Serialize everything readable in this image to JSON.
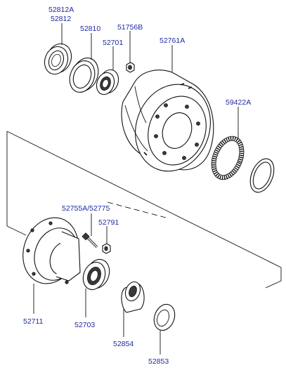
{
  "parts": [
    {
      "id": "p52812A",
      "part_number": "52812A"
    },
    {
      "id": "p52812",
      "part_number": "52812"
    },
    {
      "id": "p52810",
      "part_number": "52810"
    },
    {
      "id": "p51756B",
      "part_number": "51756B"
    },
    {
      "id": "p52701",
      "part_number": "52701"
    },
    {
      "id": "p52761A",
      "part_number": "52761A"
    },
    {
      "id": "p59422A",
      "part_number": "59422A"
    },
    {
      "id": "p52755A",
      "part_number": "52755A/52775"
    },
    {
      "id": "p52791",
      "part_number": "52791"
    },
    {
      "id": "p52711",
      "part_number": "52711"
    },
    {
      "id": "p52703",
      "part_number": "52703"
    },
    {
      "id": "p52854",
      "part_number": "52854"
    },
    {
      "id": "p52853",
      "part_number": "52853"
    }
  ]
}
